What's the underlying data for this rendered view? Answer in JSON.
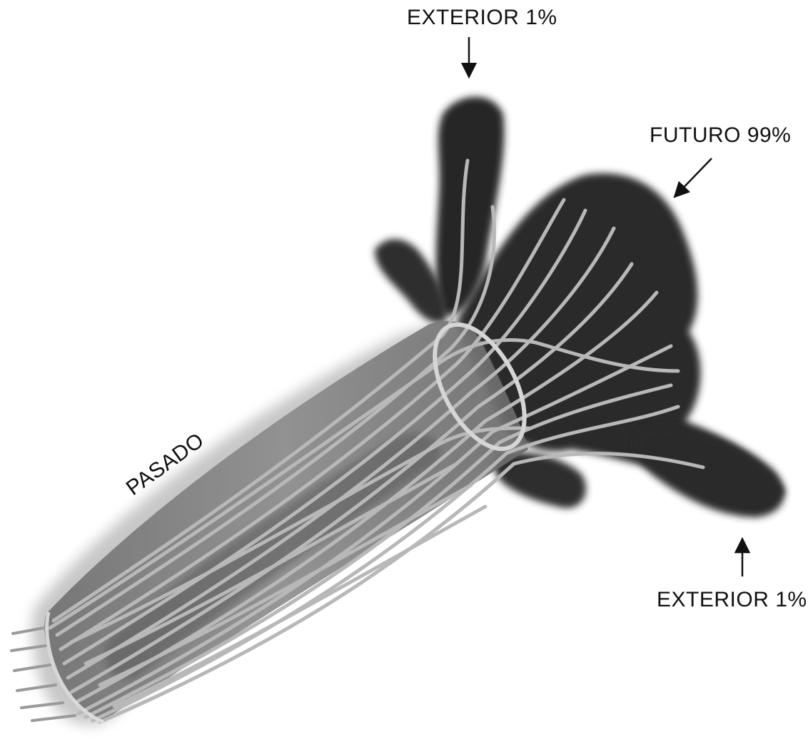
{
  "labels": {
    "exterior_top": "EXTERIOR 1%",
    "futuro": "FUTURO 99%",
    "exterior_bottom": "EXTERIOR 1%",
    "pasado": "PASADO"
  },
  "colors": {
    "background": "#ffffff",
    "tube_fill": "#8a8a8a",
    "tube_dark": "#3a3a3a",
    "streak_light": "#b8b8b8",
    "fan_dark": "#2b2b2b",
    "ring": "#d6d6d6",
    "text": "#111111"
  }
}
